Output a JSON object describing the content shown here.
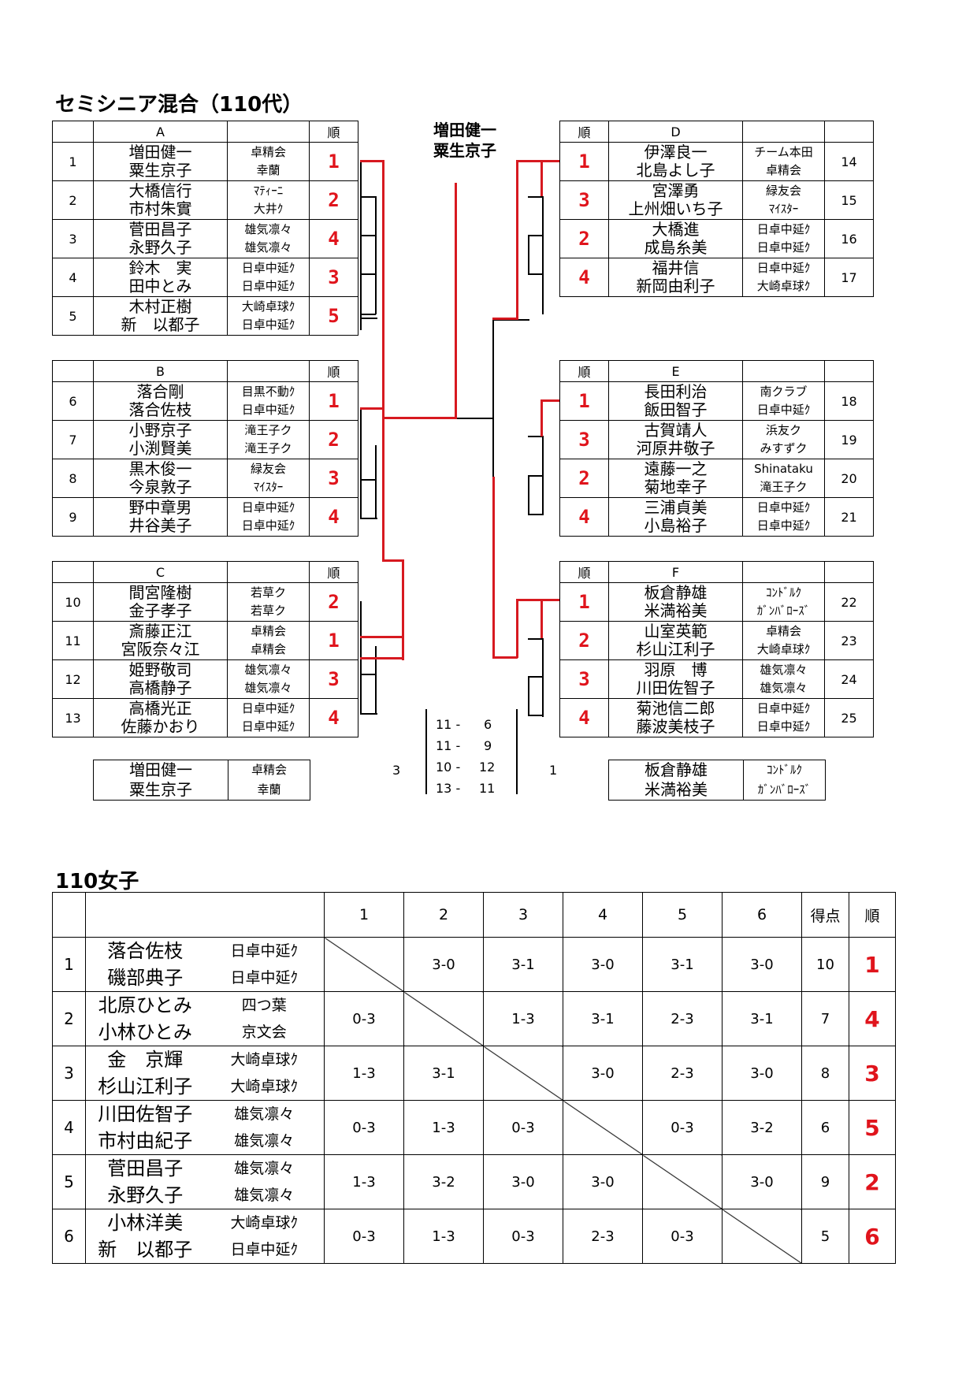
{
  "title": "セミシニア混合（110代）",
  "rank_header": "順",
  "champion": {
    "name1": "増田健一",
    "name2": "粟生京子"
  },
  "groups": [
    {
      "label": "A",
      "rows": [
        {
          "no": "1",
          "n1": "増田健一",
          "n2": "粟生京子",
          "c1": "卓精会",
          "c2": "幸蘭",
          "rank": "1"
        },
        {
          "no": "2",
          "n1": "大橋信行",
          "n2": "市村朱實",
          "c1": "ﾏﾃｨｰﾆ",
          "c2": "大井ｸ",
          "rank": "2"
        },
        {
          "no": "3",
          "n1": "菅田昌子",
          "n2": "永野久子",
          "c1": "雄気凛々",
          "c2": "雄気凛々",
          "rank": "4"
        },
        {
          "no": "4",
          "n1": "鈴木　実",
          "n2": "田中とみ",
          "c1": "日卓中延ｸ",
          "c2": "日卓中延ｸ",
          "rank": "3"
        },
        {
          "no": "5",
          "n1": "木村正樹",
          "n2": "新　以都子",
          "c1": "大崎卓球ｸ",
          "c2": "日卓中延ｸ",
          "rank": "5"
        }
      ]
    },
    {
      "label": "B",
      "rows": [
        {
          "no": "6",
          "n1": "落合剛",
          "n2": "落合佐枝",
          "c1": "目黒不動ｸ",
          "c2": "日卓中延ｸ",
          "rank": "1"
        },
        {
          "no": "7",
          "n1": "小野京子",
          "n2": "小渕賢美",
          "c1": "滝王子ク",
          "c2": "滝王子ク",
          "rank": "2"
        },
        {
          "no": "8",
          "n1": "黒木俊一",
          "n2": "今泉敦子",
          "c1": "緑友会",
          "c2": "ﾏｲｽﾀｰ",
          "rank": "3"
        },
        {
          "no": "9",
          "n1": "野中章男",
          "n2": "井谷美子",
          "c1": "日卓中延ｸ",
          "c2": "日卓中延ｸ",
          "rank": "4"
        }
      ]
    },
    {
      "label": "C",
      "rows": [
        {
          "no": "10",
          "n1": "間宮隆樹",
          "n2": "金子孝子",
          "c1": "若草ク",
          "c2": "若草ク",
          "rank": "2"
        },
        {
          "no": "11",
          "n1": "斎藤正江",
          "n2": "宮阪奈々江",
          "c1": "卓精会",
          "c2": "卓精会",
          "rank": "1"
        },
        {
          "no": "12",
          "n1": "姫野敬司",
          "n2": "高橋静子",
          "c1": "雄気凛々",
          "c2": "雄気凛々",
          "rank": "3"
        },
        {
          "no": "13",
          "n1": "高橋光正",
          "n2": "佐藤かおり",
          "c1": "日卓中延ｸ",
          "c2": "日卓中延ｸ",
          "rank": "4"
        }
      ]
    },
    {
      "label": "D",
      "rows": [
        {
          "no": "14",
          "n1": "伊澤良一",
          "n2": "北島よし子",
          "c1": "チーム本田",
          "c2": "卓精会",
          "rank": "1"
        },
        {
          "no": "15",
          "n1": "宮澤勇",
          "n2": "上州畑いち子",
          "c1": "緑友会",
          "c2": "ﾏｲｽﾀｰ",
          "rank": "3"
        },
        {
          "no": "16",
          "n1": "大橋進",
          "n2": "成島糸美",
          "c1": "日卓中延ｸ",
          "c2": "日卓中延ｸ",
          "rank": "2"
        },
        {
          "no": "17",
          "n1": "福井信",
          "n2": "新岡由利子",
          "c1": "日卓中延ｸ",
          "c2": "大崎卓球ｸ",
          "rank": "4"
        }
      ]
    },
    {
      "label": "E",
      "rows": [
        {
          "no": "18",
          "n1": "長田利治",
          "n2": "飯田智子",
          "c1": "南クラブ",
          "c2": "日卓中延ｸ",
          "rank": "1"
        },
        {
          "no": "19",
          "n1": "古賀靖人",
          "n2": "河原井敬子",
          "c1": "浜友ク",
          "c2": "みすずク",
          "rank": "3"
        },
        {
          "no": "20",
          "n1": "遠藤一之",
          "n2": "菊地幸子",
          "c1": "Shinataku",
          "c2": "滝王子ク",
          "rank": "2"
        },
        {
          "no": "21",
          "n1": "三浦貞美",
          "n2": "小島裕子",
          "c1": "日卓中延ｸ",
          "c2": "日卓中延ｸ",
          "rank": "4"
        }
      ]
    },
    {
      "label": "F",
      "rows": [
        {
          "no": "22",
          "n1": "板倉静雄",
          "n2": "米満裕美",
          "c1": "ｺﾝﾄﾞﾙｸ",
          "c2": "ｶﾞﾝﾊﾞﾛｰｽﾞ",
          "rank": "1"
        },
        {
          "no": "23",
          "n1": "山室英範",
          "n2": "杉山江利子",
          "c1": "卓精会",
          "c2": "大崎卓球ｸ",
          "rank": "2"
        },
        {
          "no": "24",
          "n1": "羽原　博",
          "n2": "川田佐智子",
          "c1": "雄気凛々",
          "c2": "雄気凛々",
          "rank": "3"
        },
        {
          "no": "25",
          "n1": "菊池信二郎",
          "n2": "藤波美枝子",
          "c1": "日卓中延ｸ",
          "c2": "日卓中延ｸ",
          "rank": "4"
        }
      ]
    }
  ],
  "final": {
    "left": {
      "n1": "増田健一",
      "n2": "粟生京子",
      "c1": "卓精会",
      "c2": "幸蘭",
      "games": "3"
    },
    "right": {
      "n1": "板倉静雄",
      "n2": "米満裕美",
      "c1": "ｺﾝﾄﾞﾙｸ",
      "c2": "ｶﾞﾝﾊﾞﾛｰｽﾞ",
      "games": "1"
    },
    "scores": [
      {
        "a": "11 -",
        "b": "6"
      },
      {
        "a": "11 -",
        "b": "9"
      },
      {
        "a": "10 -",
        "b": "12"
      },
      {
        "a": "13 -",
        "b": "11"
      }
    ]
  },
  "women": {
    "title": "110女子",
    "headers": [
      "1",
      "2",
      "3",
      "4",
      "5",
      "6",
      "得点",
      "順"
    ],
    "rows": [
      {
        "no": "1",
        "n1": "落合佐枝",
        "n2": "磯部典子",
        "c1": "日卓中延ｸ",
        "c2": "日卓中延ｸ",
        "scores": [
          "",
          "3-0",
          "3-1",
          "3-0",
          "3-1",
          "3-0"
        ],
        "points": "10",
        "rank": "1"
      },
      {
        "no": "2",
        "n1": "北原ひとみ",
        "n2": "小林ひとみ",
        "c1": "四つ葉",
        "c2": "京文会",
        "scores": [
          "0-3",
          "",
          "1-3",
          "3-1",
          "2-3",
          "3-1"
        ],
        "points": "7",
        "rank": "4"
      },
      {
        "no": "3",
        "n1": "金　京輝",
        "n2": "杉山江利子",
        "c1": "大崎卓球ｸ",
        "c2": "大崎卓球ｸ",
        "scores": [
          "1-3",
          "3-1",
          "",
          "3-0",
          "2-3",
          "3-0"
        ],
        "points": "8",
        "rank": "3"
      },
      {
        "no": "4",
        "n1": "川田佐智子",
        "n2": "市村由紀子",
        "c1": "雄気凛々",
        "c2": "雄気凛々",
        "scores": [
          "0-3",
          "1-3",
          "0-3",
          "",
          "0-3",
          "3-2"
        ],
        "points": "6",
        "rank": "5"
      },
      {
        "no": "5",
        "n1": "菅田昌子",
        "n2": "永野久子",
        "c1": "雄気凛々",
        "c2": "雄気凛々",
        "scores": [
          "1-3",
          "3-2",
          "3-0",
          "3-0",
          "",
          "3-0"
        ],
        "points": "9",
        "rank": "2"
      },
      {
        "no": "6",
        "n1": "小林洋美",
        "n2": "新　以都子",
        "c1": "大崎卓球ｸ",
        "c2": "日卓中延ｸ",
        "scores": [
          "0-3",
          "1-3",
          "0-3",
          "2-3",
          "0-3",
          ""
        ],
        "points": "5",
        "rank": "6"
      }
    ]
  }
}
